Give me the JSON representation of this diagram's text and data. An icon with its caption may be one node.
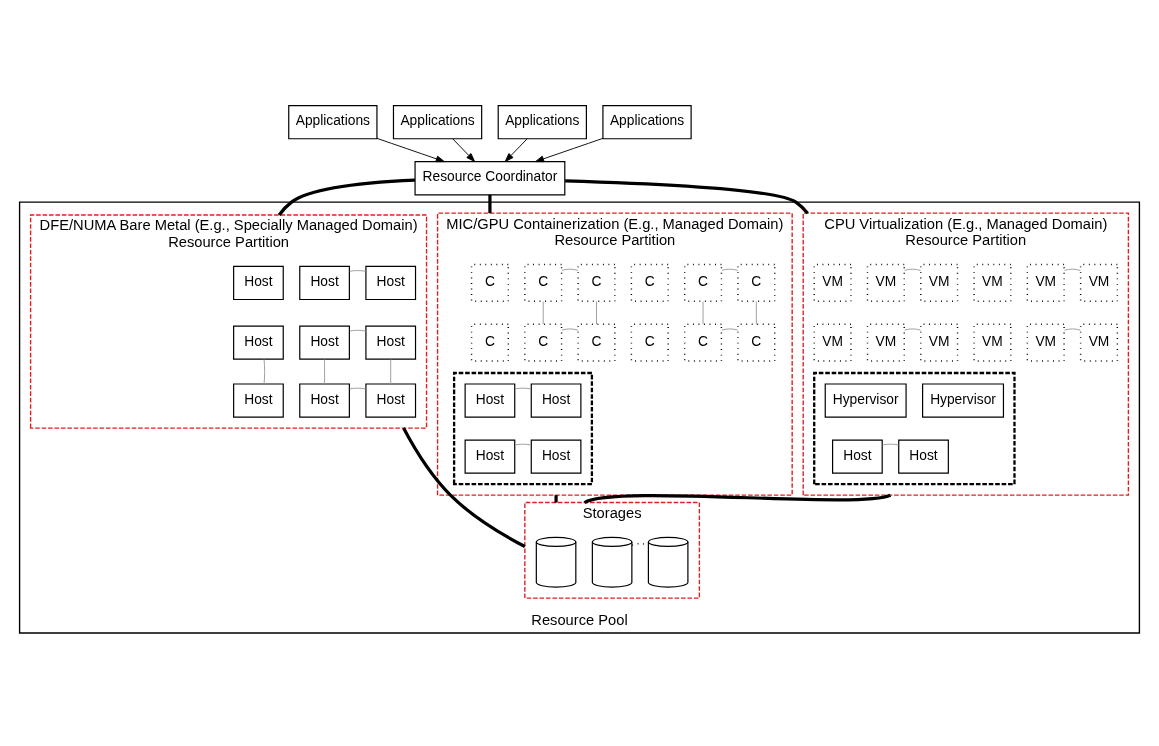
{
  "diagram": {
    "nodes": [
      {
        "text": [
          "Applications"
        ]
      },
      {
        "text": [
          "Applications"
        ]
      },
      {
        "text": [
          "Applications"
        ]
      },
      {
        "text": [
          "Applications"
        ]
      },
      {
        "text": [
          "Resource Coordinator"
        ]
      },
      {
        "text": [
          "Resource Pool"
        ]
      },
      {
        "text": [
          "CPU Virtualization (E.g., Managed Domain)",
          "Resource Partition"
        ],
        "in": 5
      },
      {
        "text": [
          "VM"
        ],
        "in": 6
      },
      {
        "text": [
          "VM"
        ],
        "in": 6
      },
      {
        "text": [
          "VM"
        ],
        "in": 6
      },
      {
        "text": [
          "VM"
        ],
        "in": 6
      },
      {
        "text": [
          "VM"
        ],
        "in": 6
      },
      {
        "text": [
          "VM"
        ],
        "in": 6
      },
      {
        "text": [
          "VM"
        ],
        "in": 6
      },
      {
        "text": [
          "VM"
        ],
        "in": 6
      },
      {
        "text": [
          "VM"
        ],
        "in": 6
      },
      {
        "text": [
          "VM"
        ],
        "in": 6
      },
      {
        "text": [
          "VM"
        ],
        "in": 6
      },
      {
        "text": [
          "VM"
        ],
        "in": 6
      },
      {
        "text": [],
        "shape": "box",
        "in": 6
      },
      {
        "text": [
          "Hypervisor"
        ],
        "in": 19
      },
      {
        "text": [
          "Hypervisor"
        ],
        "in": 19
      },
      {
        "text": [
          "Host"
        ],
        "in": 19
      },
      {
        "text": [
          "Host"
        ],
        "in": 19
      },
      {
        "text": [
          "MIC/GPU Containerization (E.g., Managed Domain)",
          "Resource Partition"
        ],
        "in": 5
      },
      {
        "text": [
          "C"
        ],
        "in": 24
      },
      {
        "text": [
          "C"
        ],
        "in": 24
      },
      {
        "text": [
          "C"
        ],
        "in": 24
      },
      {
        "text": [
          "C"
        ],
        "in": 24
      },
      {
        "text": [
          "C"
        ],
        "in": 24
      },
      {
        "text": [
          "C"
        ],
        "in": 24
      },
      {
        "text": [
          "C"
        ],
        "in": 24
      },
      {
        "text": [
          "C"
        ],
        "in": 24
      },
      {
        "text": [
          "C"
        ],
        "in": 24
      },
      {
        "text": [
          "C"
        ],
        "in": 24
      },
      {
        "text": [
          "C"
        ],
        "in": 24
      },
      {
        "text": [
          "C"
        ],
        "in": 24
      },
      {
        "text": [],
        "shape": "box",
        "in": 24
      },
      {
        "text": [
          "Host"
        ],
        "in": 37
      },
      {
        "text": [
          "Host"
        ],
        "in": 37
      },
      {
        "text": [
          "Host"
        ],
        "in": 37
      },
      {
        "text": [
          "Host"
        ],
        "in": 37
      },
      {
        "text": [
          "DFE/NUMA Bare Metal (E.g., Specially Managed Domain)",
          "Resource Partition"
        ],
        "in": 5
      },
      {
        "text": [
          "Host"
        ],
        "in": 42
      },
      {
        "text": [
          "Host"
        ],
        "in": 42
      },
      {
        "text": [
          "Host"
        ],
        "in": 42
      },
      {
        "text": [
          "Host"
        ],
        "in": 42
      },
      {
        "text": [
          "Host"
        ],
        "in": 42
      },
      {
        "text": [
          "Host"
        ],
        "in": 42
      },
      {
        "text": [
          "Host"
        ],
        "in": 42
      },
      {
        "text": [
          "Host"
        ],
        "in": 42
      },
      {
        "text": [
          "Host"
        ],
        "in": 42
      },
      {
        "text": [
          "Storages"
        ],
        "in": 5
      },
      {
        "text": [],
        "shape": "cylinder",
        "in": 52
      },
      {
        "text": [],
        "shape": "cylinder",
        "in": 52
      },
      {
        "text": [],
        "shape": "cylinder",
        "in": 52
      }
    ],
    "edges": [
      {
        "from": 0,
        "to": 4,
        "arrow": "to",
        "color": "#000000"
      },
      {
        "from": 1,
        "to": 4,
        "arrow": "to",
        "color": "#000000"
      },
      {
        "from": 2,
        "to": 4,
        "arrow": "to",
        "color": "#000000"
      },
      {
        "from": 3,
        "to": 4,
        "arrow": "to",
        "color": "#000000"
      },
      {
        "from": 4,
        "to": 6,
        "arrow": "none",
        "style": "thick",
        "color": "#000000"
      },
      {
        "from": 4,
        "to": 24,
        "arrow": "none",
        "style": "thick",
        "color": "#000000"
      },
      {
        "from": 4,
        "to": 42,
        "arrow": "none",
        "style": "thick",
        "color": "#000000"
      },
      {
        "from": 8,
        "to": 9,
        "arrow": "none"
      },
      {
        "from": 11,
        "to": 12,
        "arrow": "none"
      },
      {
        "from": 14,
        "to": 15,
        "arrow": "none"
      },
      {
        "from": 17,
        "to": 18,
        "arrow": "none"
      },
      {
        "from": 22,
        "to": 23,
        "arrow": "none"
      },
      {
        "from": 26,
        "to": 27,
        "arrow": "none"
      },
      {
        "from": 26,
        "to": 32,
        "arrow": "none"
      },
      {
        "from": 27,
        "to": 33,
        "arrow": "none"
      },
      {
        "from": 32,
        "to": 33,
        "arrow": "none"
      },
      {
        "from": 29,
        "to": 30,
        "arrow": "none"
      },
      {
        "from": 29,
        "to": 35,
        "arrow": "none"
      },
      {
        "from": 30,
        "to": 36,
        "arrow": "none"
      },
      {
        "from": 35,
        "to": 36,
        "arrow": "none"
      },
      {
        "from": 38,
        "to": 39,
        "arrow": "none"
      },
      {
        "from": 40,
        "to": 41,
        "arrow": "none"
      },
      {
        "from": 44,
        "to": 45,
        "arrow": "none"
      },
      {
        "from": 47,
        "to": 48,
        "arrow": "none"
      },
      {
        "from": 46,
        "to": 49,
        "arrow": "none"
      },
      {
        "from": 47,
        "to": 50,
        "arrow": "none"
      },
      {
        "from": 48,
        "to": 51,
        "arrow": "none"
      },
      {
        "from": 50,
        "to": 51,
        "arrow": "none"
      },
      {
        "from": 6,
        "to": 52,
        "arrow": "none",
        "style": "thick",
        "color": "#000000"
      },
      {
        "from": 24,
        "to": 52,
        "arrow": "none",
        "style": "thick",
        "color": "#000000"
      },
      {
        "from": 42,
        "to": 52,
        "arrow": "none",
        "style": "thick",
        "color": "#000000"
      },
      {
        "from": 54,
        "to": 55,
        "arrow": "none",
        "style": "dashed",
        "color": "#000000"
      }
    ]
  }
}
